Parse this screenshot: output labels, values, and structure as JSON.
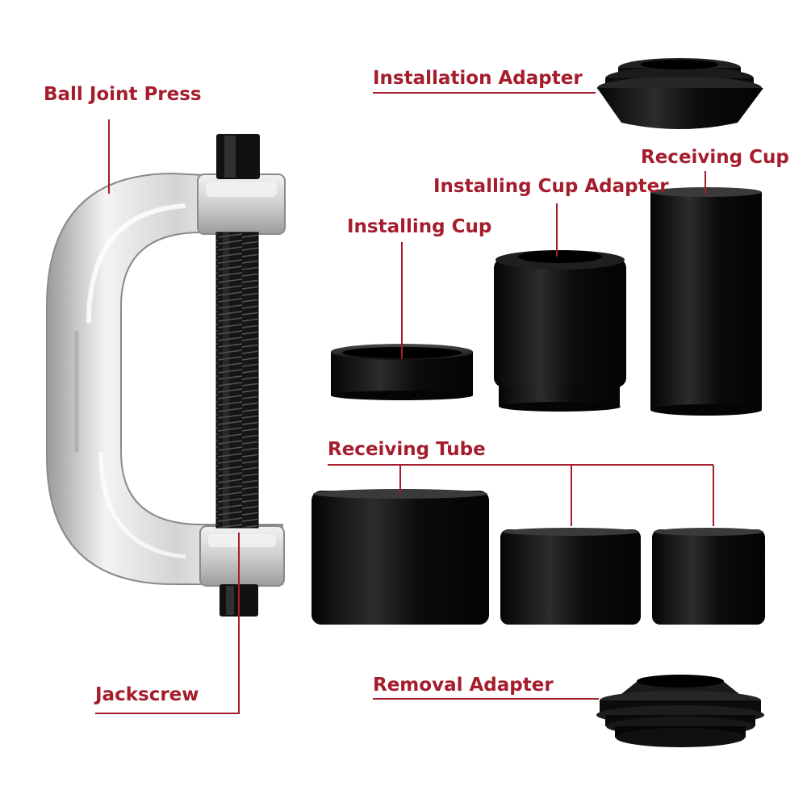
{
  "colors": {
    "label": "#a51d2d",
    "line": "#a51d2d",
    "metal_light": "#eaeaea",
    "metal_mid": "#c6c6c6",
    "metal_dark": "#8e8e8e",
    "part_black": "#0d0d0d",
    "part_highlight": "#3c3c3c"
  },
  "labels": {
    "ball_joint_press": "Ball Joint Press",
    "installation_adapter": "Installation Adapter",
    "receiving_cup": "Receiving Cup",
    "installing_cup_adapter": "Installing Cup Adapter",
    "installing_cup": "Installing Cup",
    "receiving_tube": "Receiving Tube",
    "jackscrew": "Jackscrew",
    "removal_adapter": "Removal Adapter"
  },
  "parts": {
    "frame": "c-frame",
    "screw": "jackscrew-thread",
    "adapters": [
      "installation-adapter",
      "removal-adapter"
    ],
    "cups": [
      "installing-cup",
      "installing-cup-adapter",
      "receiving-cup"
    ],
    "tubes": [
      "receiving-tube-large",
      "receiving-tube-medium",
      "receiving-tube-small"
    ]
  }
}
